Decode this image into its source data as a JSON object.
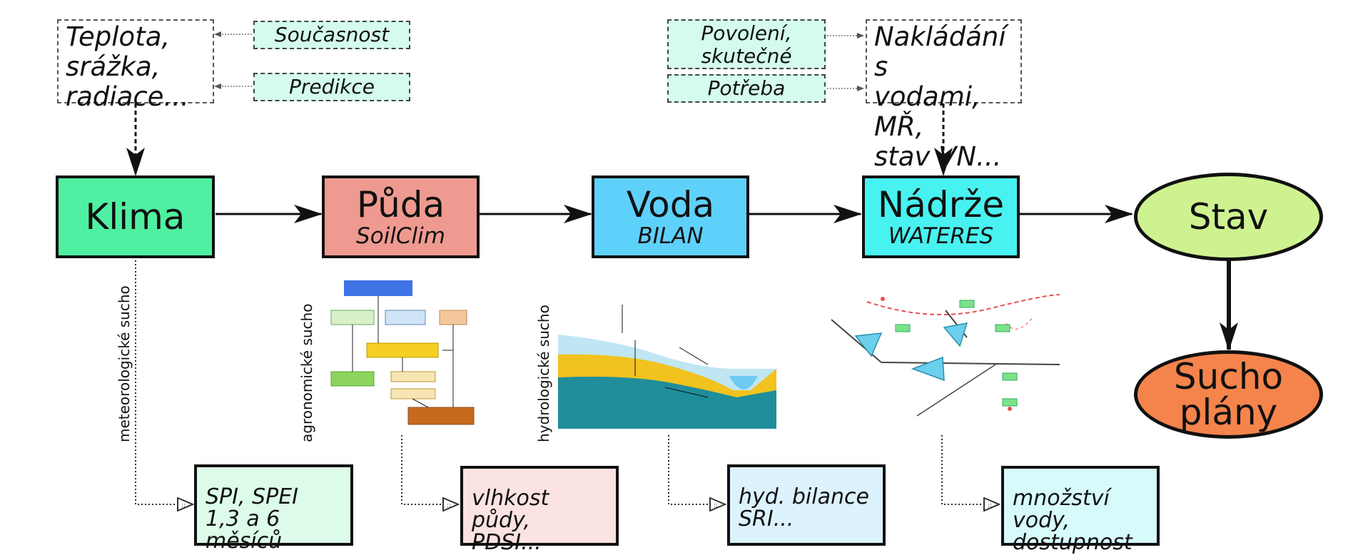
{
  "inputs": {
    "climate_vars": [
      "Teplota,",
      "srážka,",
      "radiace..."
    ],
    "water_mgmt": [
      "Nakládání s",
      "vodami, MŘ,",
      "stav VN..."
    ]
  },
  "tags": {
    "soucasnost": "Současnost",
    "predikce": "Predikce",
    "povoleni": [
      "Povolení,",
      "skutečné"
    ],
    "potreba": "Potřeba"
  },
  "models": {
    "klima": {
      "title": "Klima"
    },
    "puda": {
      "title": "Půda",
      "subtitle": "SoilClim"
    },
    "voda": {
      "title": "Voda",
      "subtitle": "BILAN"
    },
    "nadrze": {
      "title": "Nádrže",
      "subtitle": "WATERES"
    }
  },
  "results": {
    "stav": "Stav",
    "sucho_plany": [
      "Sucho",
      "plány"
    ]
  },
  "drought_types": {
    "meteo": "meteorologické sucho",
    "agro": "agronomické sucho",
    "hydro": "hydrologické sucho"
  },
  "outputs": {
    "spi": [
      "SPI, SPEI",
      "1,3 a 6 měsíců"
    ],
    "vlhkost": [
      "vlhkost půdy,",
      "PDSI..."
    ],
    "hyd": [
      "hyd. bilance",
      "SRI..."
    ],
    "mnozstvi": [
      "množství vody,",
      "dostupnost"
    ]
  },
  "colors": {
    "klima": "#4ff0a1",
    "puda": "#ef9a90",
    "voda": "#5ed1fb",
    "nadrze": "#48f2f0",
    "stav": "#cff291",
    "sucho": "#f4844b",
    "out_green": "#dcfbe9",
    "out_pink": "#fbe3e1",
    "out_blue": "#dcf2fc",
    "out_cyan": "#d7fafb",
    "tag": "#d4fbee"
  }
}
